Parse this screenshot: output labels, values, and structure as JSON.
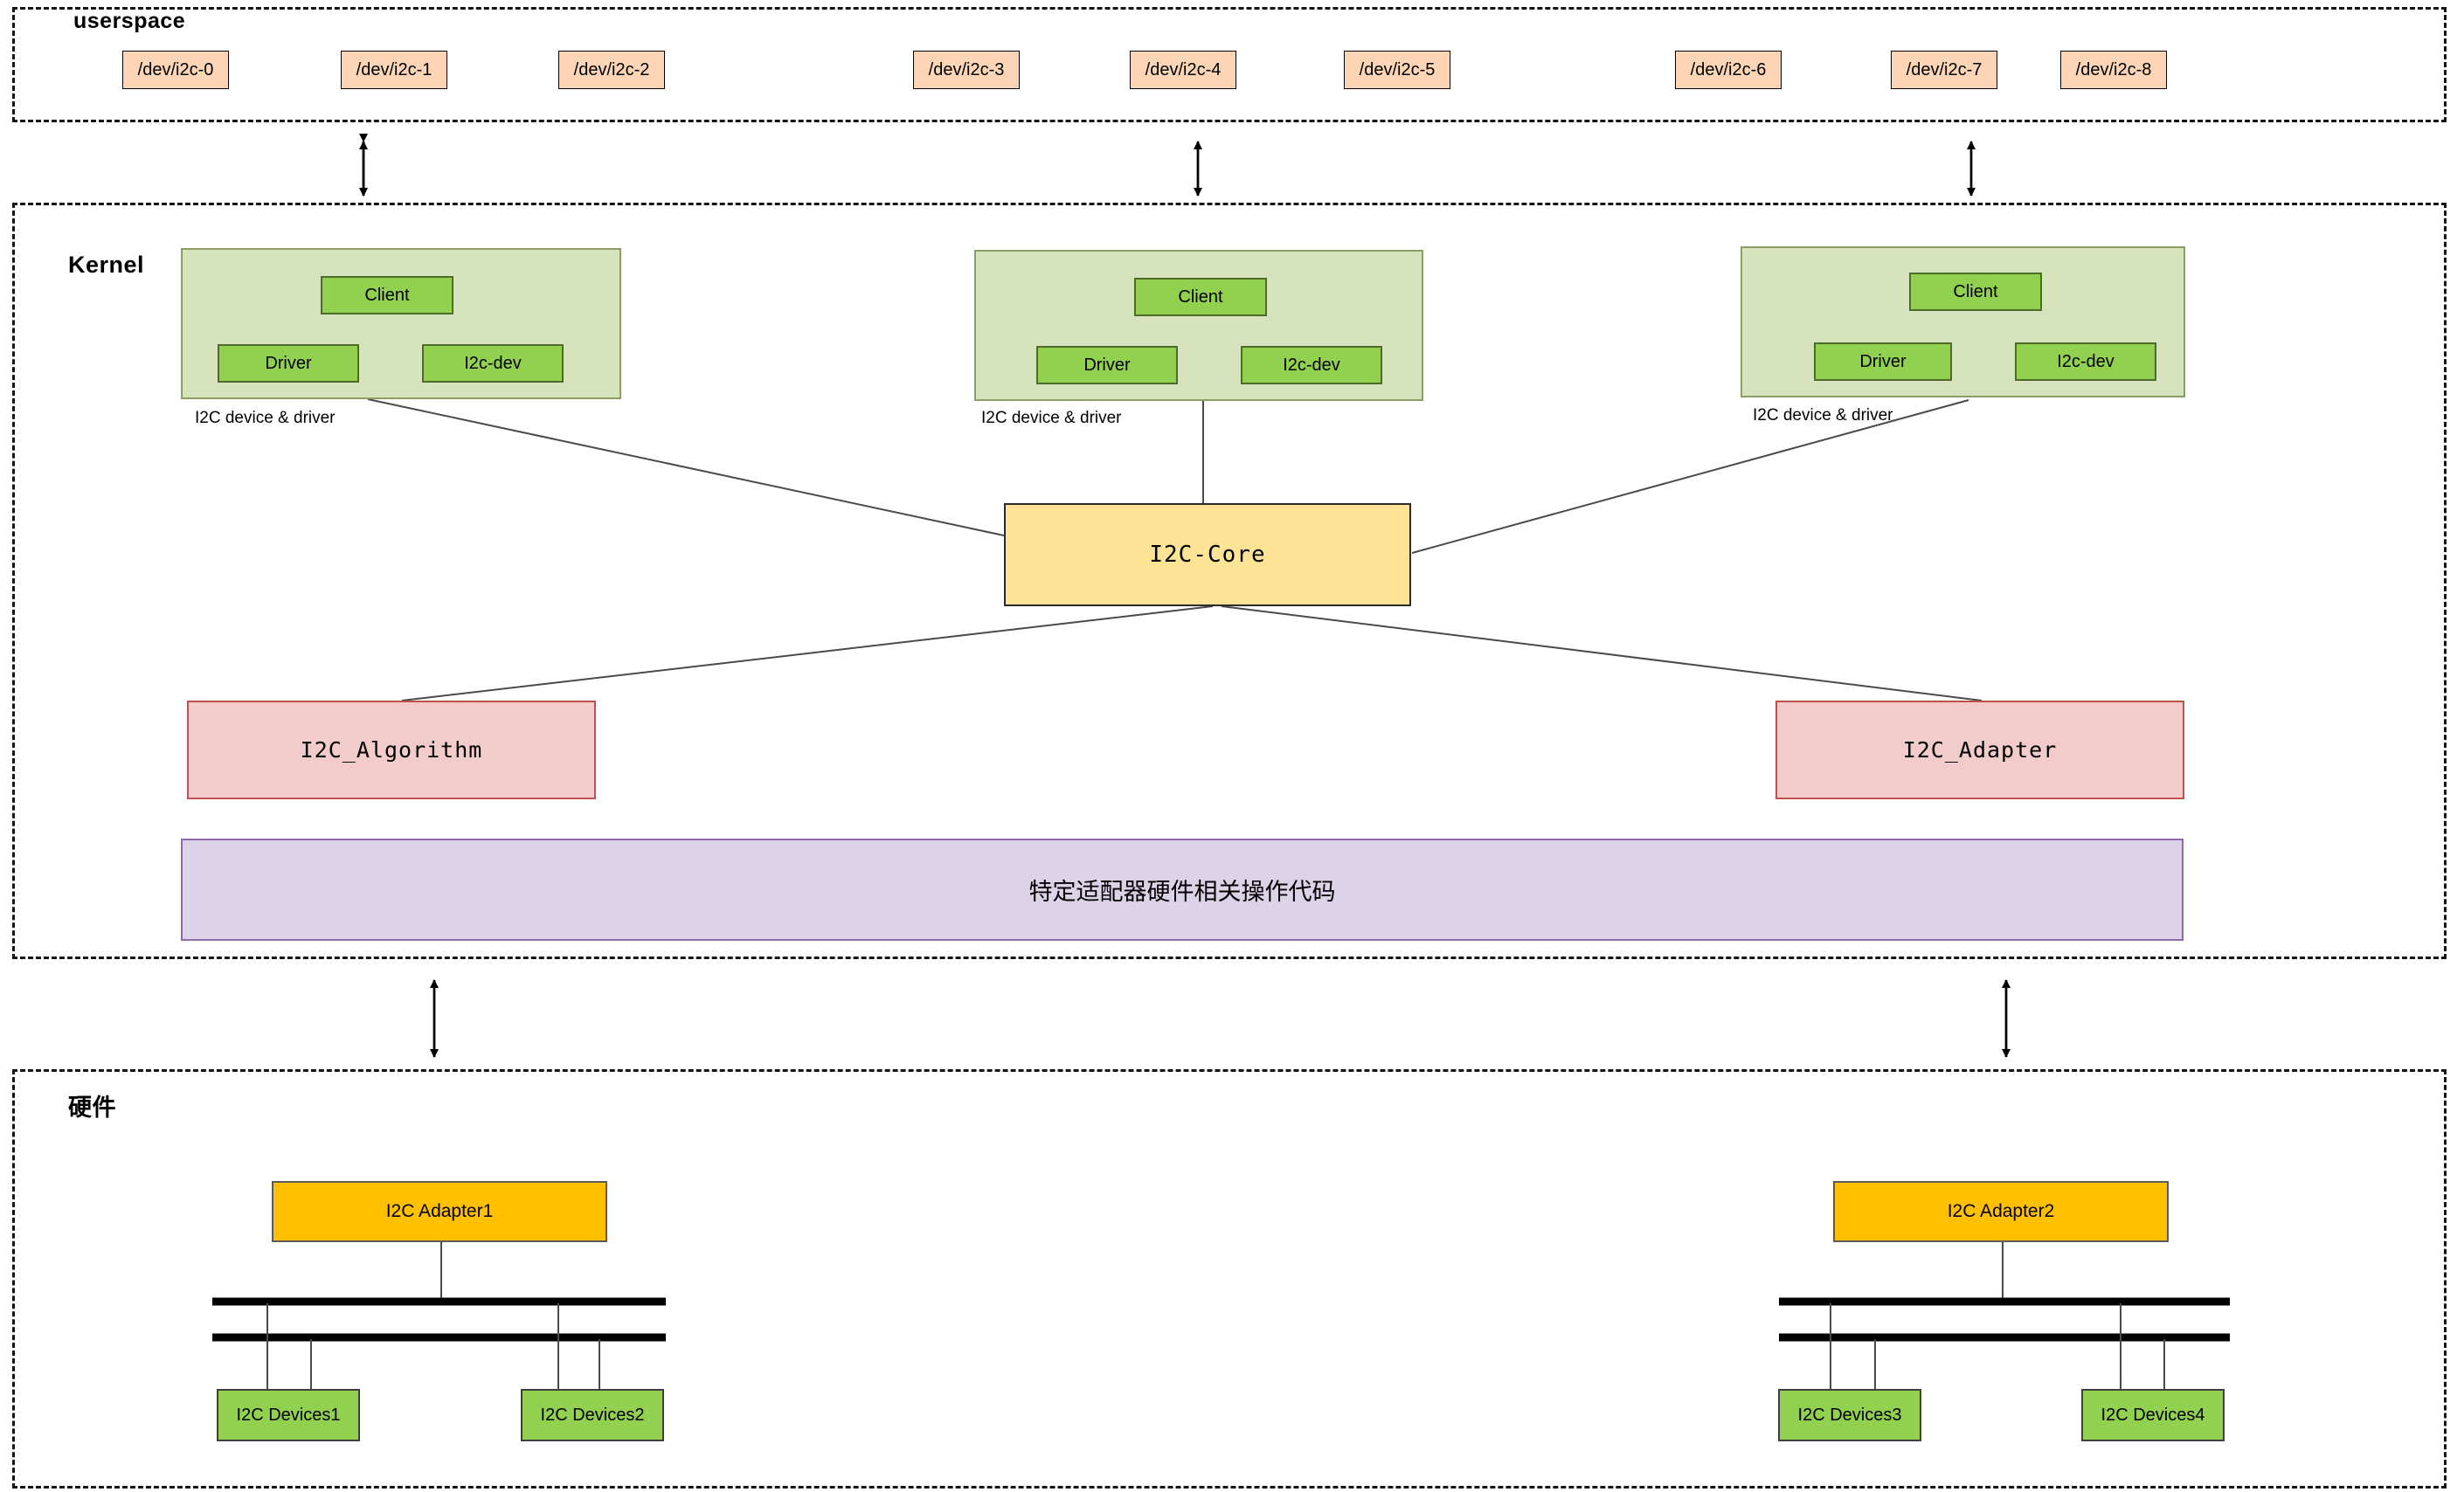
{
  "userspace": {
    "label": "userspace",
    "devices": [
      "/dev/i2c-0",
      "/dev/i2c-1",
      "/dev/i2c-2",
      "/dev/i2c-3",
      "/dev/i2c-4",
      "/dev/i2c-5",
      "/dev/i2c-6",
      "/dev/i2c-7",
      "/dev/i2c-8"
    ]
  },
  "kernel": {
    "label": "Kernel",
    "groups": [
      {
        "client": "Client",
        "driver": "Driver",
        "i2c_dev": "I2c-dev",
        "caption": "I2C device & driver"
      },
      {
        "client": "Client",
        "driver": "Driver",
        "i2c_dev": "I2c-dev",
        "caption": "I2C device & driver"
      },
      {
        "client": "Client",
        "driver": "Driver",
        "i2c_dev": "I2c-dev",
        "caption": "I2C device & driver"
      }
    ],
    "core": {
      "label": "I2C-Core"
    },
    "algorithm": {
      "label": "I2C_Algorithm"
    },
    "adapter": {
      "label": "I2C_Adapter"
    },
    "adapter_hw_code": {
      "label": "特定适配器硬件相关操作代码"
    }
  },
  "hardware": {
    "label": "硬件",
    "buses": [
      {
        "adapter": "I2C Adapter1",
        "devices": [
          "I2C Devices1",
          "I2C Devices2"
        ]
      },
      {
        "adapter": "I2C Adapter2",
        "devices": [
          "I2C Devices3",
          "I2C Devices4"
        ]
      }
    ]
  },
  "colors": {
    "dev_node_fill": "#FBD5B5",
    "group_fill": "#D6E3BD",
    "green_button_fill": "#92D050",
    "core_fill": "#FDE395",
    "pink_fill": "#F2CCCB",
    "pink_border": "#C0504D",
    "purple_fill": "#DDD3E8",
    "purple_border": "#8E6BA8",
    "adapter_fill": "#FFC000",
    "line_color": "#4a4a4a"
  }
}
